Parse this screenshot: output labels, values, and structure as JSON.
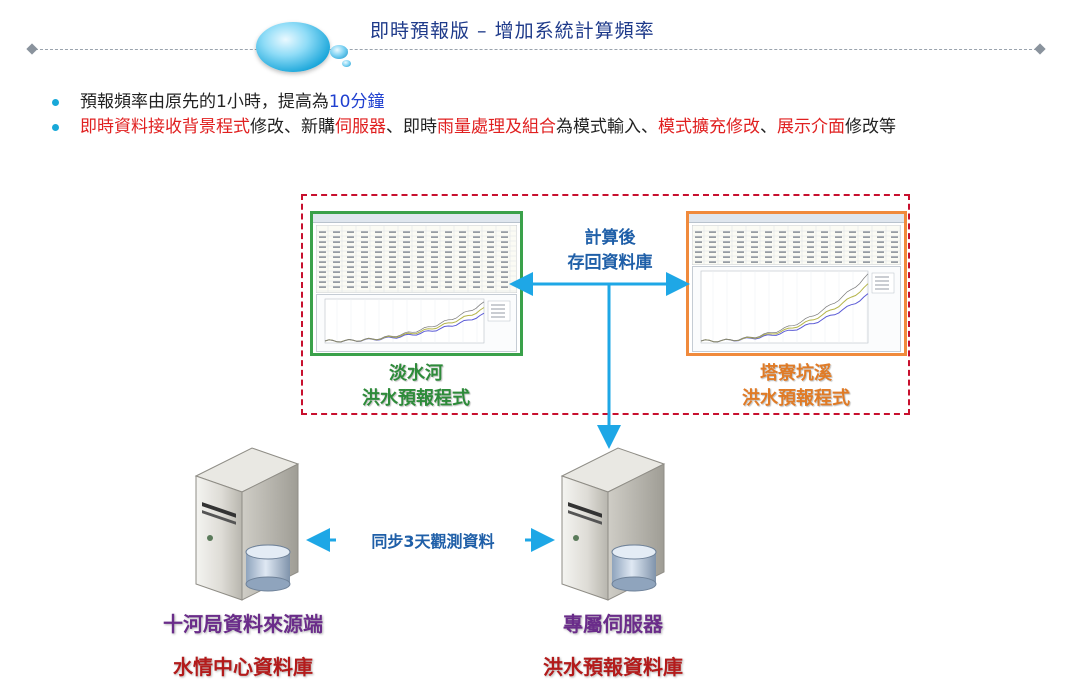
{
  "slide": {
    "title": "即時預報版 – 增加系統計算頻率"
  },
  "bullets": [
    {
      "parts": [
        {
          "text": "預報頻率由原先的1小時，提高為",
          "color": "default"
        },
        {
          "text": "10分鐘",
          "color": "blue"
        }
      ]
    },
    {
      "parts": [
        {
          "text": "即時資料接收背景程式",
          "color": "red"
        },
        {
          "text": "修改、新購",
          "color": "default"
        },
        {
          "text": "伺服器",
          "color": "red"
        },
        {
          "text": "、即時",
          "color": "default"
        },
        {
          "text": "雨量處理及組合",
          "color": "red"
        },
        {
          "text": "為模式輸入、",
          "color": "default"
        },
        {
          "text": "模式擴充修改",
          "color": "red"
        },
        {
          "text": "、",
          "color": "default"
        },
        {
          "text": "展示介面",
          "color": "red"
        },
        {
          "text": "修改等",
          "color": "default"
        }
      ]
    }
  ],
  "diagram": {
    "calc_label_line1": "計算後",
    "calc_label_line2": "存回資料庫",
    "left_program_line1": "淡水河",
    "left_program_line2": "洪水預報程式",
    "right_program_line1": "塔寮坑溪",
    "right_program_line2": "洪水預報程式",
    "sync_label": "同步3天觀測資料",
    "left_server_line1": "十河局資料來源端",
    "left_server_line2": "水情中心資料庫",
    "right_server_line1": "專屬伺服器",
    "right_server_line2": "洪水預報資料庫"
  },
  "colors": {
    "accent_blue": "#19a8d8",
    "arrow_blue": "#1ea7e6",
    "red_text": "#e02020",
    "dash_border": "#c8102e",
    "green_frame": "#3aa14a",
    "orange_frame": "#f08a3c"
  }
}
